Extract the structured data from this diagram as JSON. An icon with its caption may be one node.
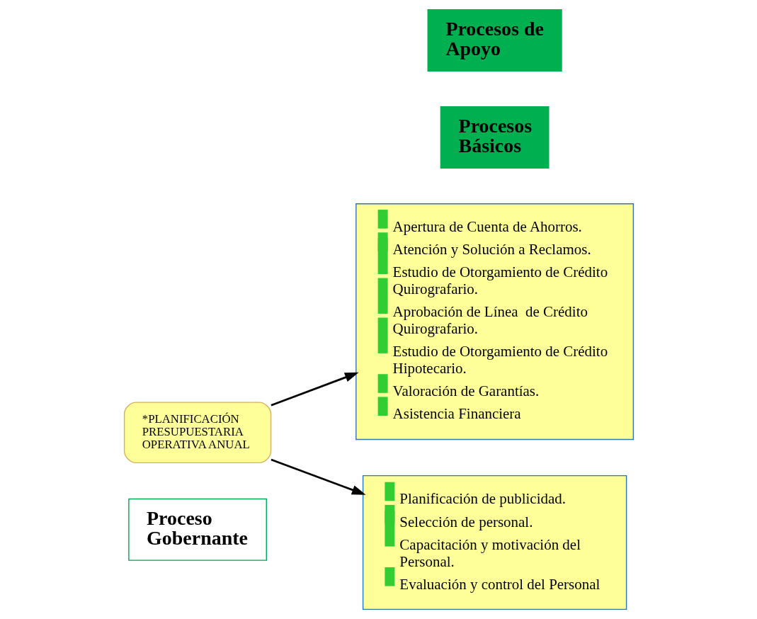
{
  "diagram": {
    "nodes": [
      {
        "text": [
          "Proceso Gobernante"
        ]
      },
      {
        "text": [
          "*PLANIFICACIÓN PRESUPUESTARIA OPERATIVA ANUAL"
        ]
      },
      {
        "text": [
          "Procesos Básicos"
        ]
      },
      {
        "text": [
          "Apertura de Cuenta de Ahorros.",
          "Atención y Solución a Reclamos.",
          "Estudio de Otorgamiento de Crédito Quirografario.",
          "Aprobación de Línea  de Crédito Quirografario.",
          "Estudio de Otorgamiento de Crédito Hipotecario.",
          "Valoración de Garantías.",
          "Asistencia Financiera"
        ]
      },
      {
        "text": [
          "Procesos de Apoyo"
        ]
      },
      {
        "text": [
          "Planificación de publicidad.",
          "Selección de personal.",
          "Capacitación y motivación del Personal.",
          "Evaluación y control del Personal"
        ]
      }
    ],
    "edges": [
      {
        "from": 1,
        "to": 3,
        "arrow": "to"
      },
      {
        "from": 1,
        "to": 5,
        "arrow": "to"
      }
    ]
  }
}
